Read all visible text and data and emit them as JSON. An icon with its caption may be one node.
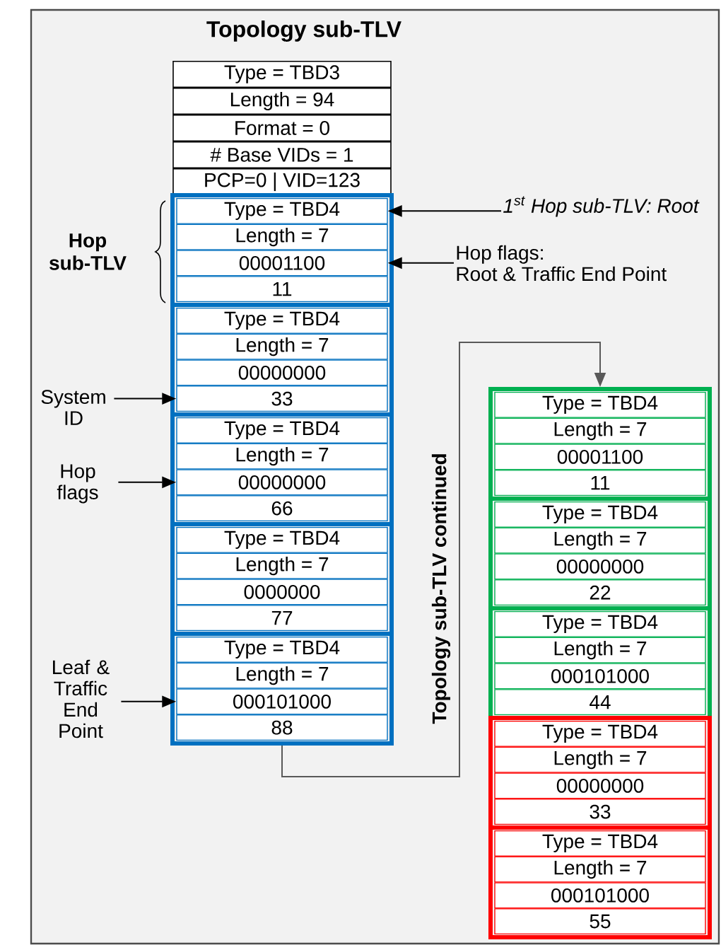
{
  "diagram": {
    "title": "Topology sub-TLV",
    "nodes": [
      {
        "text": [
          "Type = TBD3"
        ]
      },
      {
        "text": [
          "Length = 94"
        ]
      },
      {
        "text": [
          "Format = 0"
        ]
      },
      {
        "text": [
          "# Base VIDs = 1"
        ]
      },
      {
        "text": [
          "PCP=0 | VID=123"
        ]
      },
      {
        "text": [],
        "shape": "box"
      },
      {
        "text": [
          "Type = TBD4"
        ],
        "in": 5
      },
      {
        "text": [
          "Length = 7"
        ],
        "in": 5
      },
      {
        "text": [
          "00001100"
        ],
        "in": 5
      },
      {
        "text": [
          "11"
        ],
        "in": 5
      },
      {
        "text": [],
        "shape": "box"
      },
      {
        "text": [
          "Type = TBD4"
        ],
        "in": 10
      },
      {
        "text": [
          "Length = 7"
        ],
        "in": 10
      },
      {
        "text": [
          "00000000"
        ],
        "in": 10
      },
      {
        "text": [
          "33"
        ],
        "in": 10
      },
      {
        "text": [],
        "shape": "box"
      },
      {
        "text": [
          "Type = TBD4"
        ],
        "in": 15
      },
      {
        "text": [
          "Length = 7"
        ],
        "in": 15
      },
      {
        "text": [
          "00000000"
        ],
        "in": 15
      },
      {
        "text": [
          "66"
        ],
        "in": 15
      },
      {
        "text": [],
        "shape": "box"
      },
      {
        "text": [
          "Type = TBD4"
        ],
        "in": 20
      },
      {
        "text": [
          "Length = 7"
        ],
        "in": 20
      },
      {
        "text": [
          "0000000"
        ],
        "in": 20
      },
      {
        "text": [
          "77"
        ],
        "in": 20
      },
      {
        "text": [],
        "shape": "box"
      },
      {
        "text": [
          "Type = TBD4"
        ],
        "in": 25
      },
      {
        "text": [
          "Length = 7"
        ],
        "in": 25
      },
      {
        "text": [
          "000101000"
        ],
        "in": 25
      },
      {
        "text": [
          "88"
        ],
        "in": 25
      },
      {
        "text": [],
        "shape": "box"
      },
      {
        "text": [
          "Type = TBD4"
        ],
        "in": 30
      },
      {
        "text": [
          "Length = 7"
        ],
        "in": 30
      },
      {
        "text": [
          "00001100"
        ],
        "in": 30
      },
      {
        "text": [
          "11"
        ],
        "in": 30
      },
      {
        "text": [],
        "shape": "box"
      },
      {
        "text": [
          "Type = TBD4"
        ],
        "in": 35
      },
      {
        "text": [
          "Length = 7"
        ],
        "in": 35
      },
      {
        "text": [
          "00000000"
        ],
        "in": 35
      },
      {
        "text": [
          "22"
        ],
        "in": 35
      },
      {
        "text": [],
        "shape": "box"
      },
      {
        "text": [
          "Type = TBD4"
        ],
        "in": 40
      },
      {
        "text": [
          "Length = 7"
        ],
        "in": 40
      },
      {
        "text": [
          "000101000"
        ],
        "in": 40
      },
      {
        "text": [
          "44"
        ],
        "in": 40
      },
      {
        "text": [],
        "shape": "box"
      },
      {
        "text": [
          "Type = TBD4"
        ],
        "in": 45
      },
      {
        "text": [
          "Length = 7"
        ],
        "in": 45
      },
      {
        "text": [
          "00000000"
        ],
        "in": 45
      },
      {
        "text": [
          "33"
        ],
        "in": 45
      },
      {
        "text": [],
        "shape": "box"
      },
      {
        "text": [
          "Type = TBD4"
        ],
        "in": 50
      },
      {
        "text": [
          "Length = 7"
        ],
        "in": 50
      },
      {
        "text": [
          "000101000"
        ],
        "in": 50
      },
      {
        "text": [
          "55"
        ],
        "in": 50
      },
      {
        "text": [
          "1$^{st}$ Hop sub-TLV: Root"
        ]
      },
      {
        "text": [
          "Hop flags:",
          "Root & Traffic End Point"
        ]
      },
      {
        "text": [
          "System ID"
        ]
      },
      {
        "text": [
          "Hop flags"
        ]
      },
      {
        "text": [
          "Leaf & Traffic End Point"
        ]
      }
    ],
    "edges": [
      {
        "from": 55,
        "to": 6,
        "arrow": "to"
      },
      {
        "from": 56,
        "to": 8,
        "arrow": "to"
      },
      {
        "from": 57,
        "to": 14,
        "arrow": "to"
      },
      {
        "from": 58,
        "to": 18,
        "arrow": "to"
      },
      {
        "from": 59,
        "to": 28,
        "arrow": "to"
      },
      {
        "from": 25,
        "to": 30,
        "arrow": "to",
        "color": "#595959"
      }
    ],
    "labels": [
      "Hop sub-TLV",
      "Topology sub-TLV continued"
    ]
  }
}
